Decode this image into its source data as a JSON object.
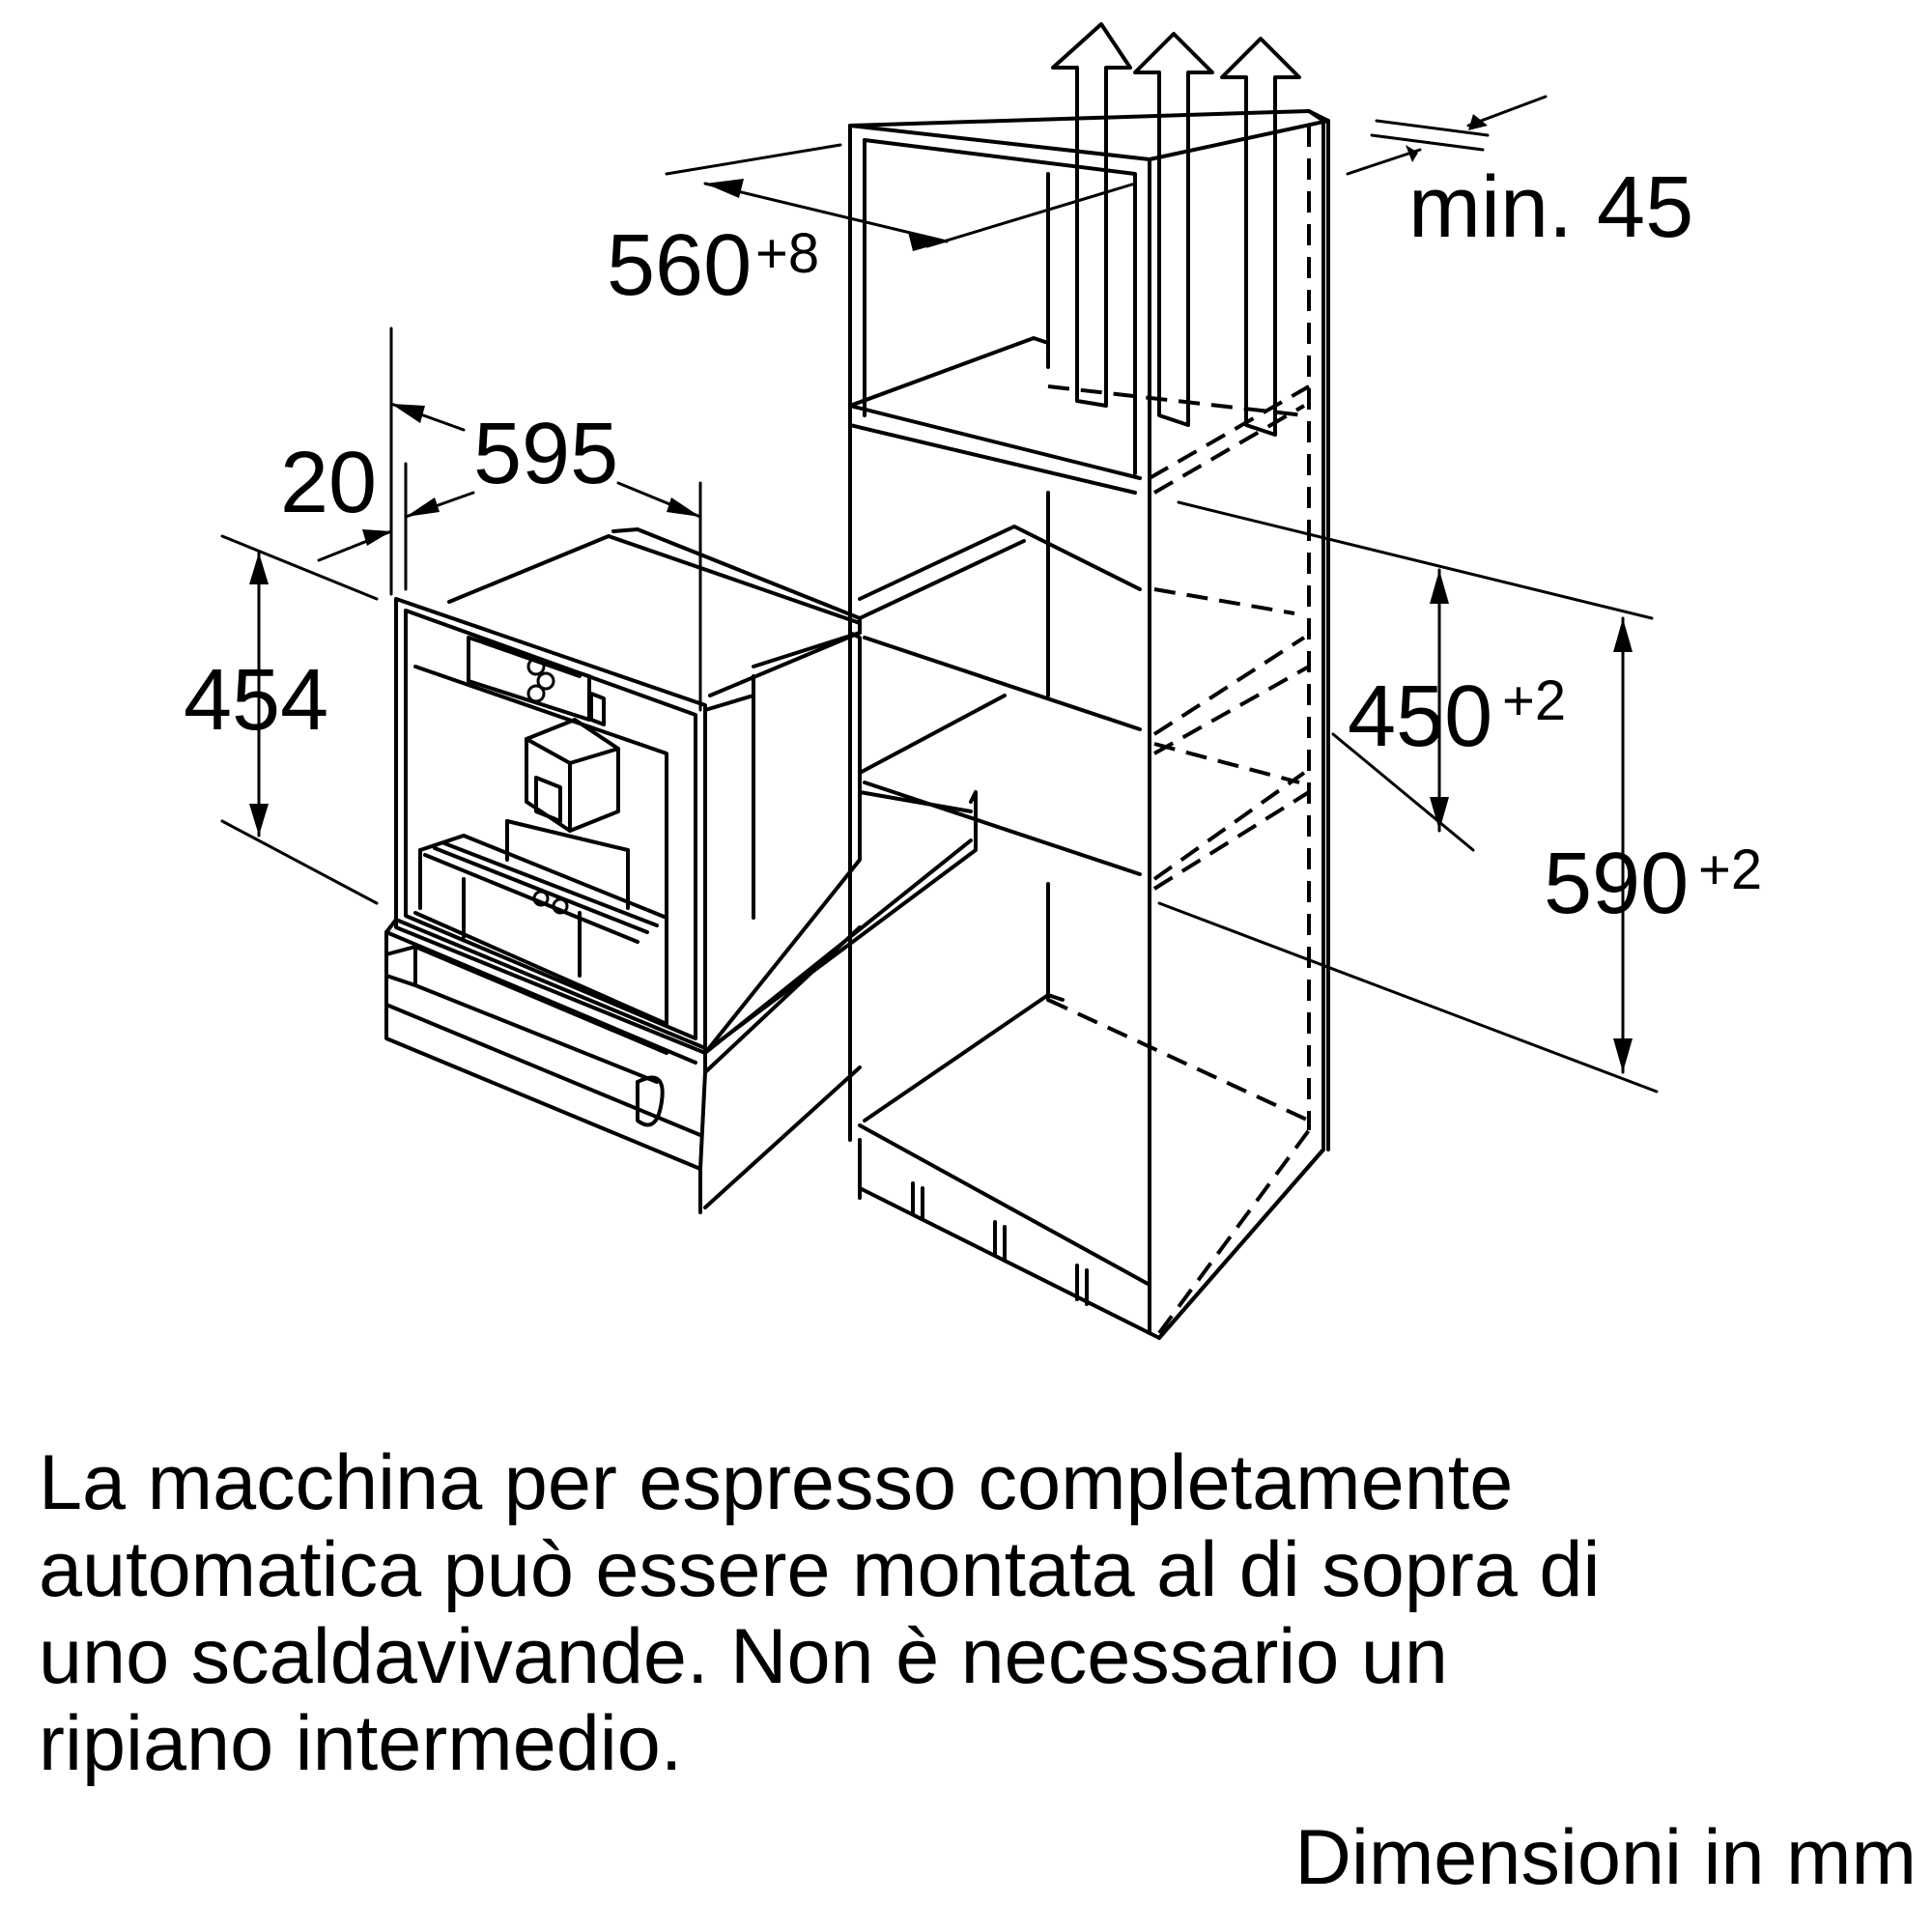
{
  "dimensions": {
    "niche_depth": {
      "value": "560",
      "tolerance": "+8"
    },
    "vent_gap": "min. 45",
    "appliance_width": "595",
    "front_offset": "20",
    "appliance_height": "454",
    "niche_height_inner": {
      "value": "450",
      "tolerance": "+2"
    },
    "niche_height_outer": {
      "value": "590",
      "tolerance": "+2"
    }
  },
  "note": {
    "lines": [
      "La macchina per espresso completamente",
      "automatica può essere montata al di sopra di",
      "uno scaldavivande. Non è necessario un",
      "ripiano intermedio."
    ]
  },
  "units": "Dimensioni in mm"
}
